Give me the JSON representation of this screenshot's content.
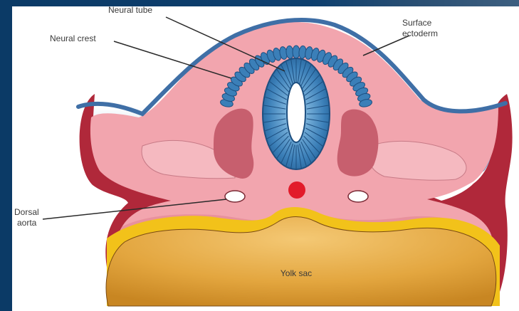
{
  "labels": {
    "neural_tube": "Neural tube",
    "neural_crest": "Neural crest",
    "surface_line1": "Surface",
    "surface_line2": "ectoderm",
    "dorsal_line1": "Dorsal",
    "dorsal_line2": "aorta",
    "yolk_sac": "Yolk sac"
  },
  "colors": {
    "background_frame": "#0b3a66",
    "embryo_pink": "#f2a5ae",
    "ectoderm_blue": "#3f6fa6",
    "amnion_blue": "#b9d3e8",
    "body_wall_dark_red": "#b0283a",
    "somite_mauve": "#c75f6e",
    "neural_tube_blue": "#3d7fb8",
    "aorta_red": "#e21b2a",
    "yolk_yellow": "#f2c21a",
    "yolk_sac_gold": "#e0a53a"
  }
}
